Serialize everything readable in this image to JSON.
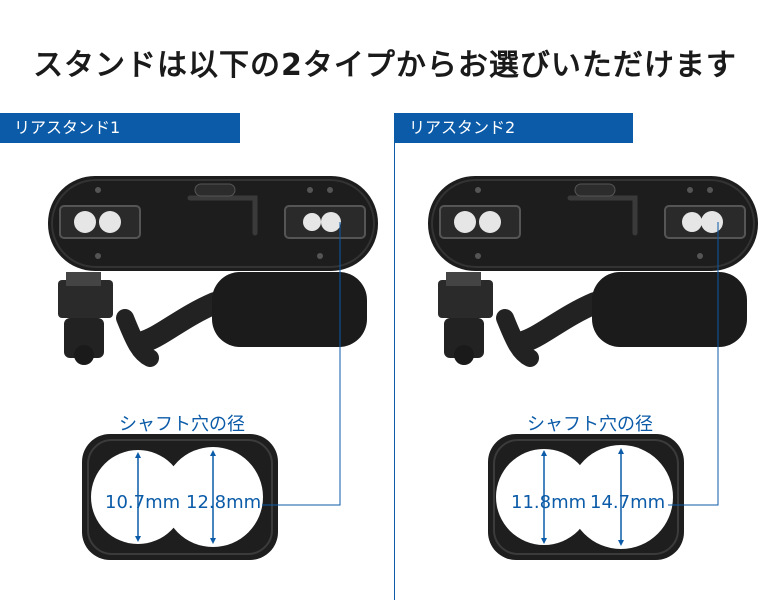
{
  "headline": "スタンドは以下の2タイプからお選びいただけます",
  "stands": [
    {
      "label": "リアスタンド1",
      "shaft_title": "シャフト穴の径",
      "diameter_a": "10.7mm",
      "diameter_b": "12.8mm"
    },
    {
      "label": "リアスタンド2",
      "shaft_title": "シャフト穴の径",
      "diameter_a": "11.8mm",
      "diameter_b": "14.7mm"
    }
  ],
  "colors": {
    "accent": "#0b5ba8",
    "product": "#1e1e1e"
  }
}
